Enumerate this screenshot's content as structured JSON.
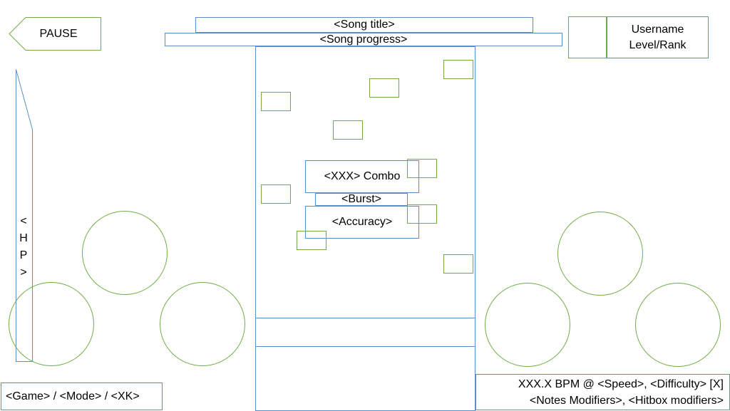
{
  "header": {
    "pause_label": "PAUSE",
    "song_title": "<Song title>",
    "song_progress": "<Song progress>"
  },
  "user": {
    "username": "Username",
    "level_rank": "Level/Rank"
  },
  "hp": {
    "label_chars": [
      "<",
      "H",
      "P",
      ">"
    ]
  },
  "center": {
    "combo": "<XXX> Combo",
    "burst": "<Burst>",
    "accuracy": "<Accuracy>"
  },
  "footer": {
    "game_mode_keys": "<Game> / <Mode> / <XK>",
    "song_info_line1": "XXX.X BPM @ <Speed>, <Difficulty> [X]",
    "song_info_line2": "<Notes Modifiers>, <Hitbox modifiers>"
  },
  "colors": {
    "outline_blue": "#5b8fc9",
    "outline_green": "#70ad47"
  }
}
